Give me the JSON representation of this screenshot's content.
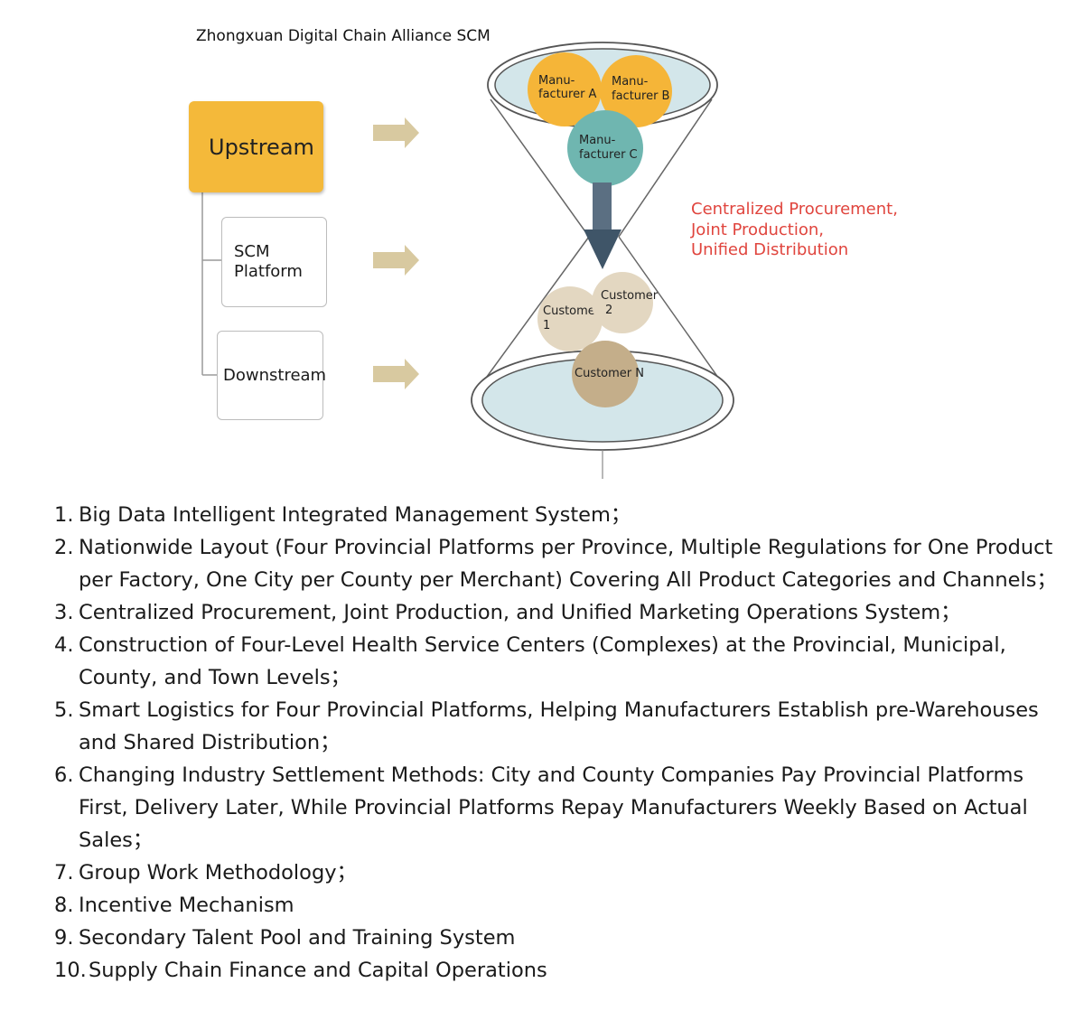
{
  "title": "Zhongxuan Digital Chain Alliance SCM",
  "stages": {
    "upstream": "Upstream",
    "scm_platform": [
      "SCM",
      "Platform"
    ],
    "downstream": "Downstream"
  },
  "manufacturers": {
    "a": [
      "Manu-",
      "facturer A"
    ],
    "b": [
      "Manu-",
      "facturer B"
    ],
    "c": [
      "Manu-",
      "facturer C"
    ]
  },
  "customers": {
    "c1": [
      "Customer",
      "1"
    ],
    "c2": [
      "Customer",
      "2"
    ],
    "cn": "Customer N"
  },
  "note_lines": [
    "Centralized Procurement,",
    "Joint Production,",
    "Unified Distribution"
  ],
  "list": [
    {
      "num": "1.",
      "text": "Big Data Intelligent Integrated Management System；"
    },
    {
      "num": "2.",
      "text": "Nationwide Layout (Four Provincial Platforms per Province, Multiple Regulations for One Product per Factory, One City per County per Merchant) Covering All Product Categories and Channels；"
    },
    {
      "num": "3.",
      "text": "Centralized Procurement, Joint Production, and Unified Marketing Operations System；"
    },
    {
      "num": "4.",
      "text": "Construction of Four-Level Health Service Centers (Complexes) at the Provincial, Municipal, County, and Town Levels；"
    },
    {
      "num": "5.",
      "text": "Smart Logistics for Four Provincial Platforms, Helping Manufacturers Establish pre-Warehouses and Shared Distribution；"
    },
    {
      "num": "6.",
      "text": "Changing Industry Settlement Methods: City and County Companies Pay Provincial Platforms First, Delivery Later, While Provincial Platforms Repay Manufacturers Weekly Based on Actual Sales；"
    },
    {
      "num": "7.",
      "text": "Group Work Methodology；"
    },
    {
      "num": "8.",
      "text": "Incentive Mechanism"
    },
    {
      "num": "9.",
      "text": "Secondary Talent Pool and Training System"
    },
    {
      "num": "10.",
      "text": "Supply Chain Finance and Capital Operations"
    }
  ],
  "colors": {
    "upstream_fill": "#f4b93a",
    "manufacturer_ab": "#f5b538",
    "manufacturer_c": "#6fb6b0",
    "customer": "#d9ccb3",
    "customer_n": "#c4ae8a",
    "flow_arrow": "#5b6f82",
    "side_arrow": "#d8c9a0",
    "note_red": "#e0453e",
    "disc_fill": "#d3e6ea"
  }
}
